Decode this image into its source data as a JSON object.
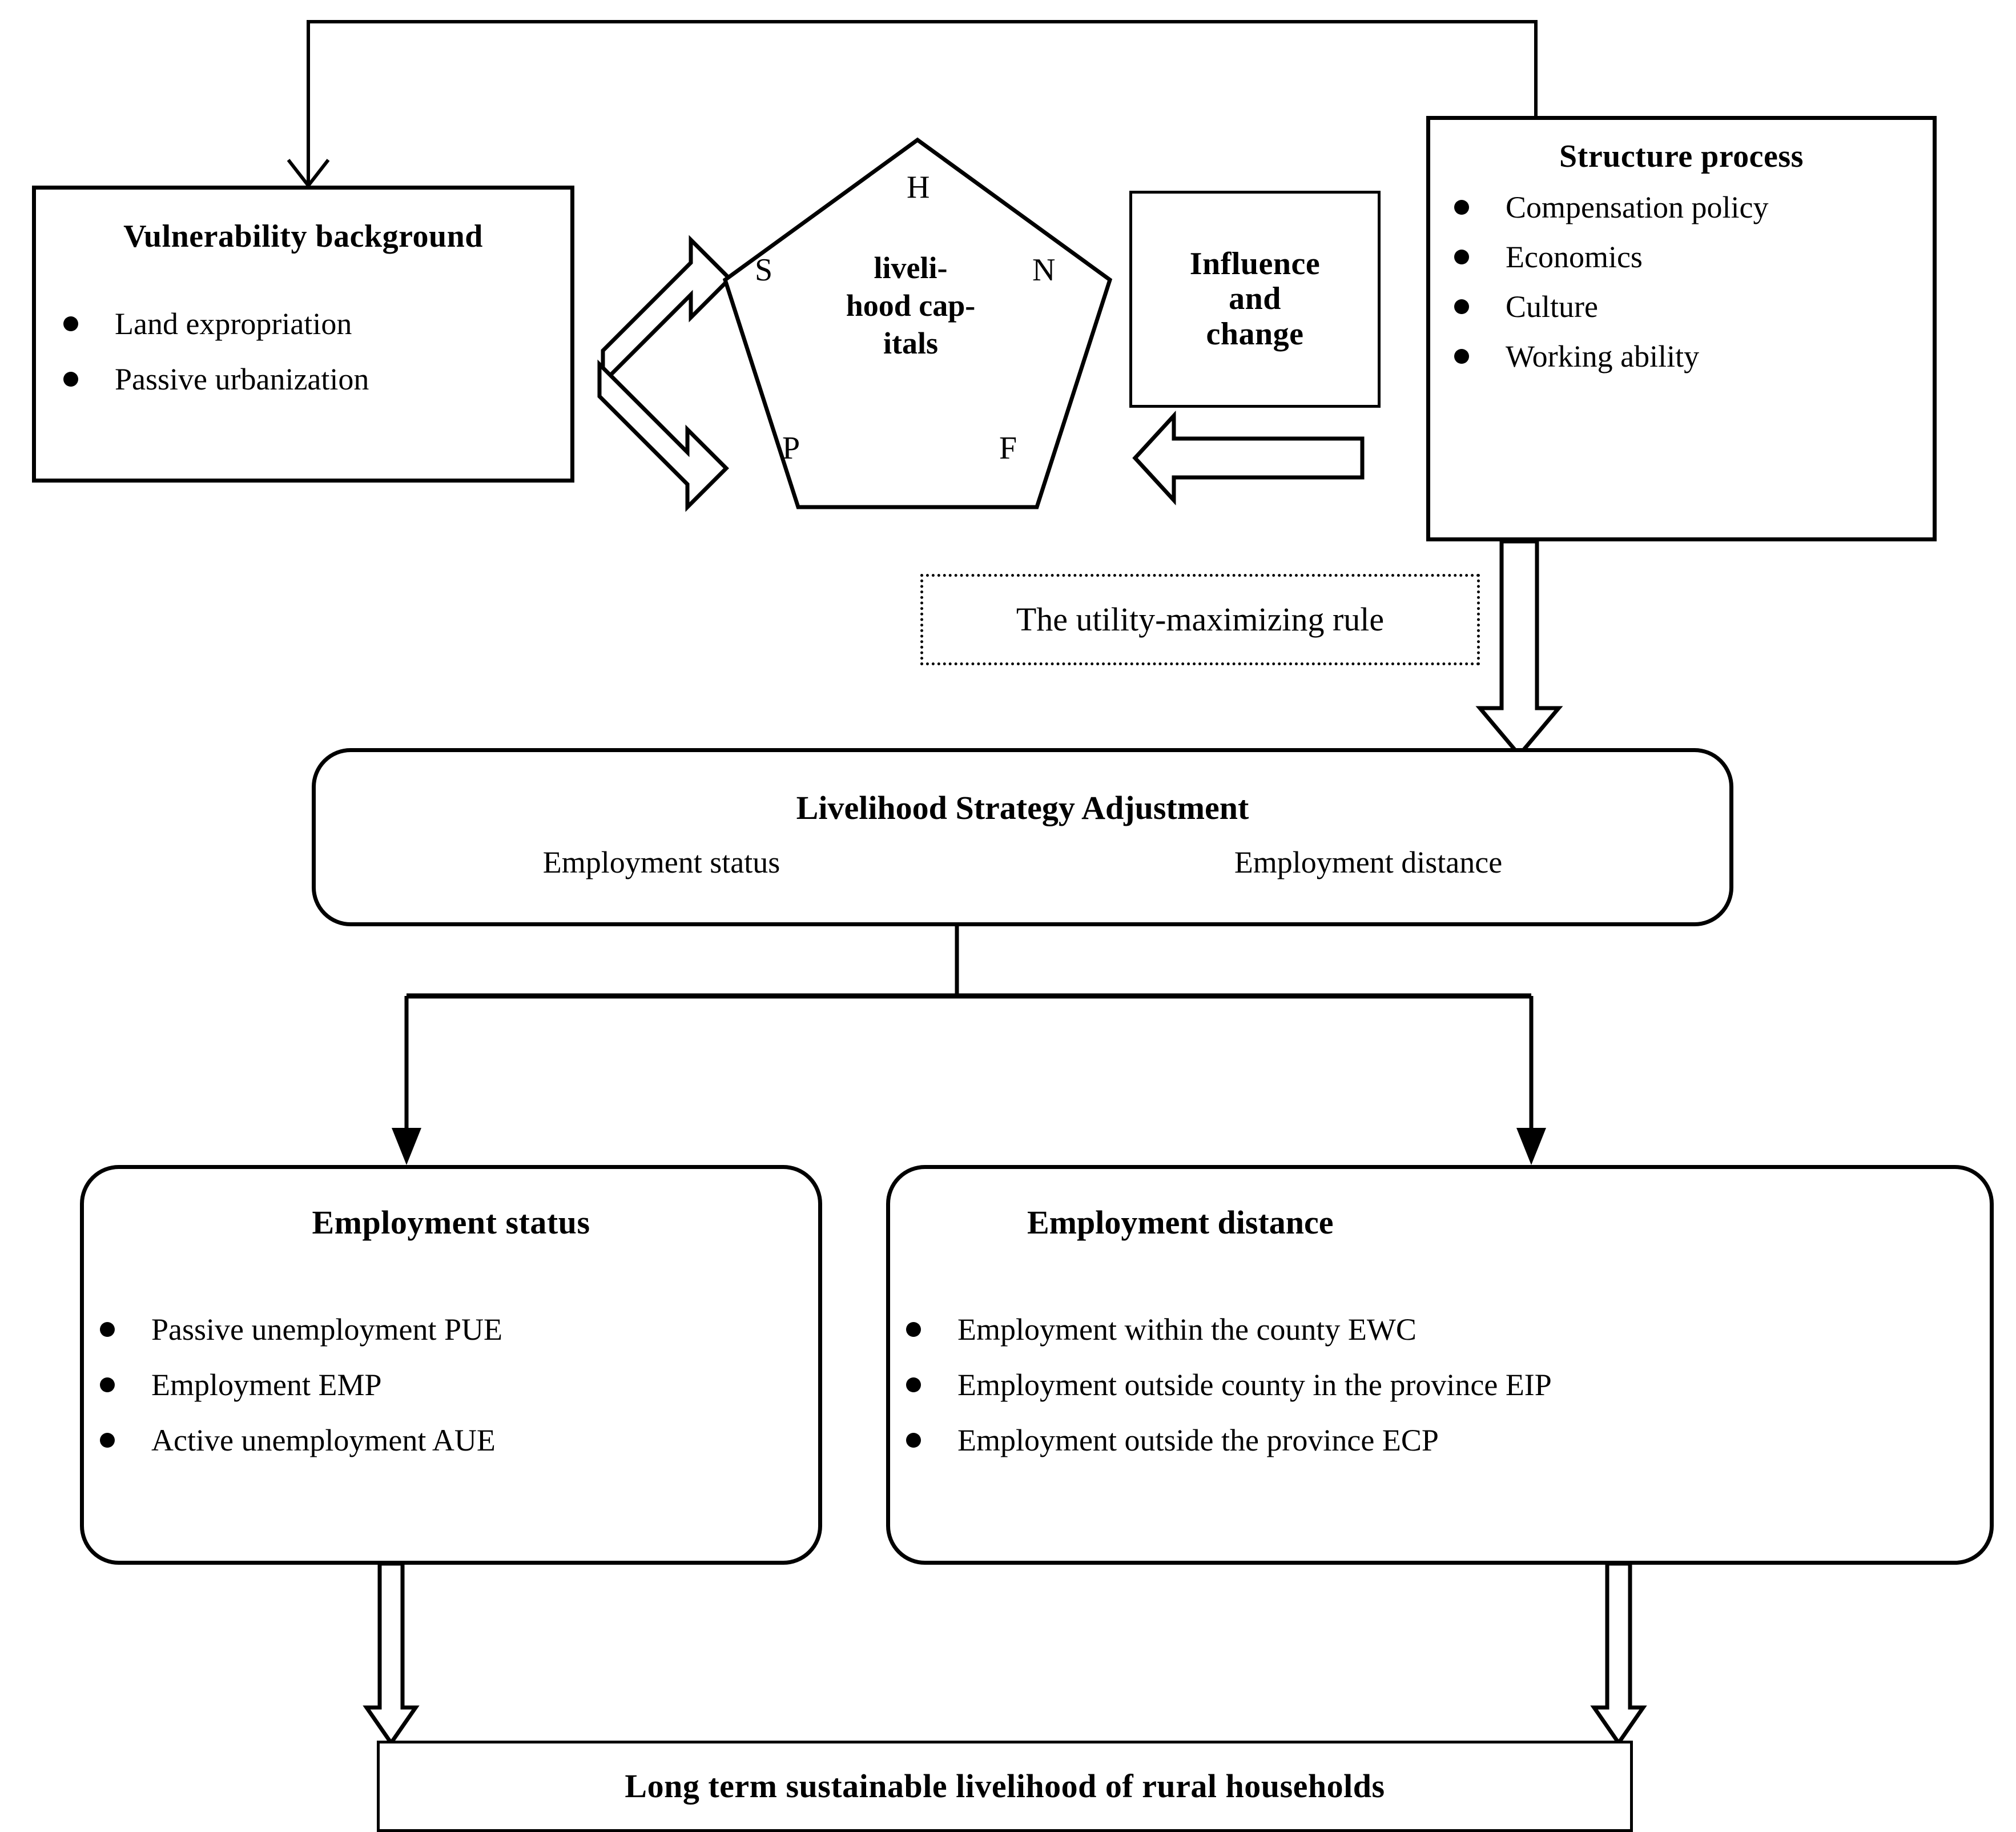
{
  "figure": {
    "type": "flow-diagram",
    "title_absent": true
  },
  "vulnerability": {
    "title": "Vulnerability background",
    "items": [
      "Land expropriation",
      "Passive urbanization"
    ]
  },
  "pentagon": {
    "center_text_lines": [
      "liveli-",
      "hood cap-",
      "itals"
    ],
    "vertices": [
      {
        "id": "H",
        "label": "H",
        "position": "top"
      },
      {
        "id": "N",
        "label": "N",
        "position": "right"
      },
      {
        "id": "F",
        "label": "F",
        "position": "bottom-right"
      },
      {
        "id": "P",
        "label": "P",
        "position": "bottom-left"
      },
      {
        "id": "S",
        "label": "S",
        "position": "left"
      }
    ]
  },
  "influence": {
    "lines": [
      "Influence",
      "and",
      "change"
    ]
  },
  "structure": {
    "title": "Structure process",
    "items": [
      "Compensation policy",
      "Economics",
      "Culture",
      "Working ability"
    ]
  },
  "rule": {
    "label": "The utility-maximizing rule"
  },
  "strategy": {
    "title": "Livelihood Strategy Adjustment",
    "col_left": "Employment status",
    "col_right": "Employment distance"
  },
  "employment_status": {
    "title": "Employment status",
    "items": [
      "Passive unemployment  PUE",
      "Employment  EMP",
      "Active unemployment  AUE"
    ]
  },
  "employment_distance": {
    "title": "Employment distance",
    "items": [
      "Employment within the county EWC",
      "Employment outside county in the province EIP",
      "Employment outside the province ECP"
    ]
  },
  "outcome": {
    "title": "Long term sustainable livelihood of rural households"
  },
  "colors": {
    "stroke": "#000000",
    "background": "#ffffff",
    "shadow": "#808080"
  }
}
